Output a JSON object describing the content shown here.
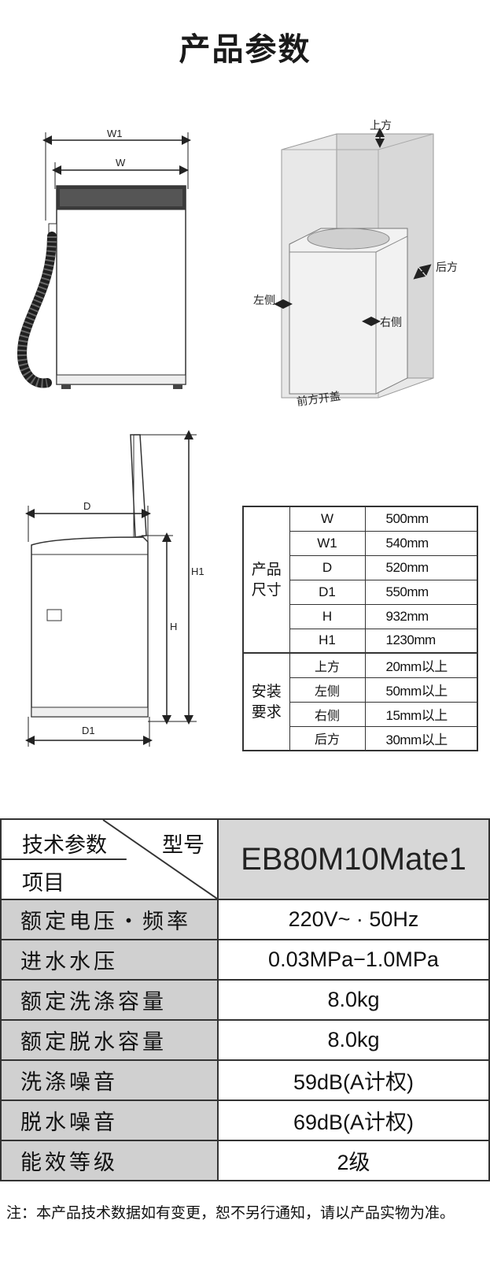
{
  "title": "产品参数",
  "front_view": {
    "w1_label": "W1",
    "w_label": "W"
  },
  "install_view": {
    "top_label": "上方",
    "back_label": "后方",
    "left_label": "左侧",
    "right_label": "右侧",
    "front_label": "前方开盖"
  },
  "side_view": {
    "d_label": "D",
    "h_label": "H",
    "h1_label": "H1",
    "d1_label": "D1"
  },
  "dims_table": {
    "size_group": "产品\n尺寸",
    "install_group": "安装\n要求",
    "size_rows": [
      {
        "key": "W",
        "value": "500mm"
      },
      {
        "key": "W1",
        "value": "540mm"
      },
      {
        "key": "D",
        "value": "520mm"
      },
      {
        "key": "D1",
        "value": "550mm"
      },
      {
        "key": "H",
        "value": "932mm"
      },
      {
        "key": "H1",
        "value": "1230mm"
      }
    ],
    "install_rows": [
      {
        "key": "上方",
        "value": "20mm以上"
      },
      {
        "key": "左侧",
        "value": "50mm以上"
      },
      {
        "key": "右侧",
        "value": "15mm以上"
      },
      {
        "key": "后方",
        "value": "30mm以上"
      }
    ]
  },
  "spec_table": {
    "header_params": "技术参数",
    "header_model": "型号",
    "header_item": "项目",
    "model": "EB80M10Mate1",
    "rows": [
      {
        "name": "额定电压・频率",
        "value": "220V~ · 50Hz"
      },
      {
        "name": "进水水压",
        "value": "0.03MPa−1.0MPa"
      },
      {
        "name": "额定洗涤容量",
        "value": "8.0kg"
      },
      {
        "name": "额定脱水容量",
        "value": "8.0kg"
      },
      {
        "name": "洗涤噪音",
        "value": "59dB(A计权)"
      },
      {
        "name": "脱水噪音",
        "value": "69dB(A计权)"
      },
      {
        "name": "能效等级",
        "value": "2级"
      }
    ]
  },
  "note": "注：本产品技术数据如有变更，恕不另行通知，请以产品实物为准。"
}
